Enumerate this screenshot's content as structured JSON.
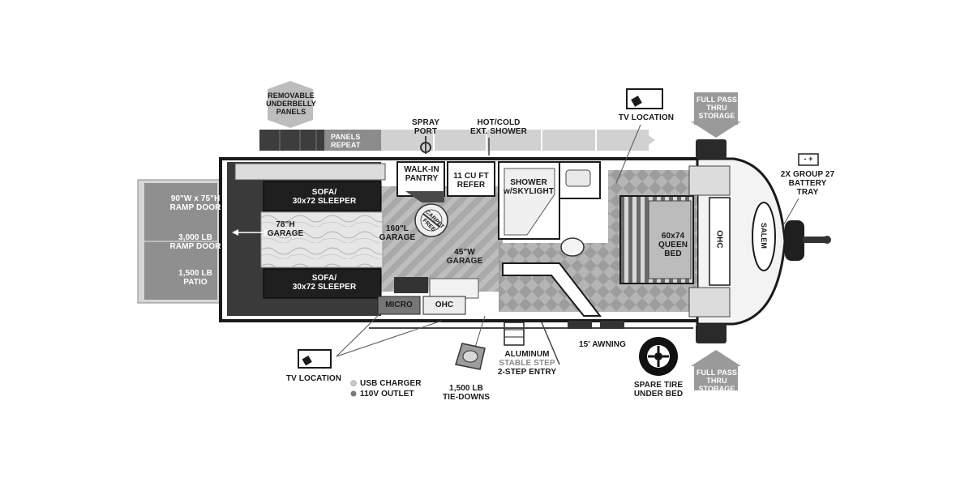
{
  "labels": {
    "removable_underbelly": "REMOVABLE\nUNDERBELLY\nPANELS",
    "panels_repeat": "PANELS\nREPEAT",
    "spray_port": "SPRAY\nPORT",
    "hot_cold_shower": "HOT/COLD\nEXT. SHOWER",
    "tv_location_top": "TV LOCATION",
    "full_pass_top": "FULL PASS\nTHRU\nSTORAGE",
    "battery_tray": "2X GROUP 27\nBATTERY\nTRAY",
    "ramp_door_size": "90\"W x 75\"H\nRAMP DOOR",
    "ramp_door_weight": "3,000 LB\nRAMP DOOR",
    "patio": "1,500 LB\nPATIO",
    "sofa_top": "SOFA/\n30x72 SLEEPER",
    "garage_height": "78\"H\nGARAGE",
    "sofa_bottom": "SOFA/\n30x72 SLEEPER",
    "walk_in_pantry": "WALK-IN\nPANTRY",
    "refer": "11 CU FT\nREFER",
    "carpet_free": "CARPET FREE",
    "garage_length": "160\"L\nGARAGE",
    "garage_width": "45\"W\nGARAGE",
    "shower": "SHOWER\nw/SKYLIGHT",
    "queen_bed": "60x74\nQUEEN BED",
    "ohc_bedroom": "OHC",
    "micro": "MICRO",
    "ohc_kitchen": "OHC",
    "tv_location_bottom": "TV LOCATION",
    "usb_charger": "USB CHARGER",
    "outlet_110v": "110V OUTLET",
    "tie_downs": "1,500 LB\nTIE-DOWNS",
    "aluminum": "ALUMINUM",
    "stable_step": "STABLE STEP",
    "two_step_entry": "2-STEP ENTRY",
    "awning": "15' AWNING",
    "spare_tire": "SPARE TIRE\nUNDER BED",
    "full_pass_bottom": "FULL PASS\nTHRU\nSTORAGE",
    "battery_symbol": "-  +",
    "brand": "SALEM"
  },
  "colors": {
    "wall": "#1a1a1a",
    "floor_wood": "#b8b8b8",
    "garage_floor": "#3a3a3a",
    "ramp": "#cfcfcf",
    "underbelly_band": "#c9c9c9",
    "arrow_gray": "#9a9a9a",
    "dark_box": "#2a2a2a",
    "usb_dot": "#c8c8c8",
    "outlet_dot": "#7a7a7a"
  },
  "icons": [
    "tv-icon",
    "battery-icon",
    "spare-tire-icon",
    "tie-down-icon",
    "arrow-down-icon",
    "arrow-up-icon",
    "carpet-free-badge"
  ]
}
